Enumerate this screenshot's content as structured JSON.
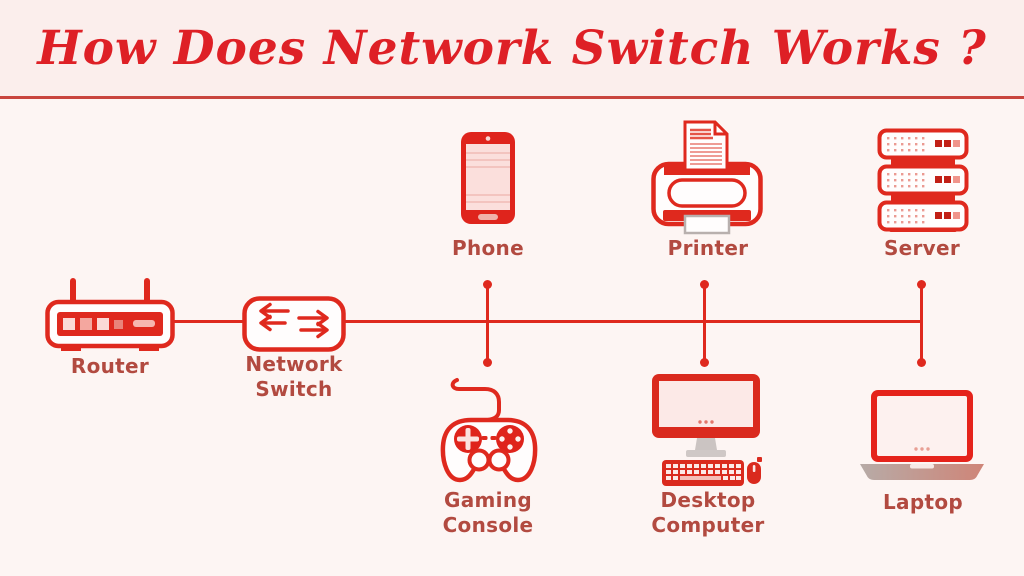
{
  "title": "How Does Network Switch Works ?",
  "nodes": {
    "router": {
      "label": "Router"
    },
    "network_switch": {
      "label_line1": "Network",
      "label_line2": "Switch"
    },
    "phone": {
      "label": "Phone"
    },
    "printer": {
      "label": "Printer"
    },
    "server": {
      "label": "Server"
    },
    "gaming_console": {
      "label_line1": "Gaming",
      "label_line2": "Console"
    },
    "desktop_computer": {
      "label_line1": "Desktop",
      "label_line2": "Computer"
    },
    "laptop": {
      "label": "Laptop"
    }
  },
  "colors": {
    "accent_red": "#DF291E",
    "title_red": "#DE2026",
    "label_red": "#B24A40",
    "header_background": "#FBEEEC",
    "body_background": "#FDF5F3",
    "icon_screen_pink": "#FBDFDC"
  },
  "connections": [
    [
      "Router",
      "Network Switch"
    ],
    [
      "Network Switch",
      "Phone"
    ],
    [
      "Network Switch",
      "Printer"
    ],
    [
      "Network Switch",
      "Server"
    ],
    [
      "Network Switch",
      "Gaming Console"
    ],
    [
      "Network Switch",
      "Desktop Computer"
    ],
    [
      "Network Switch",
      "Laptop"
    ]
  ]
}
